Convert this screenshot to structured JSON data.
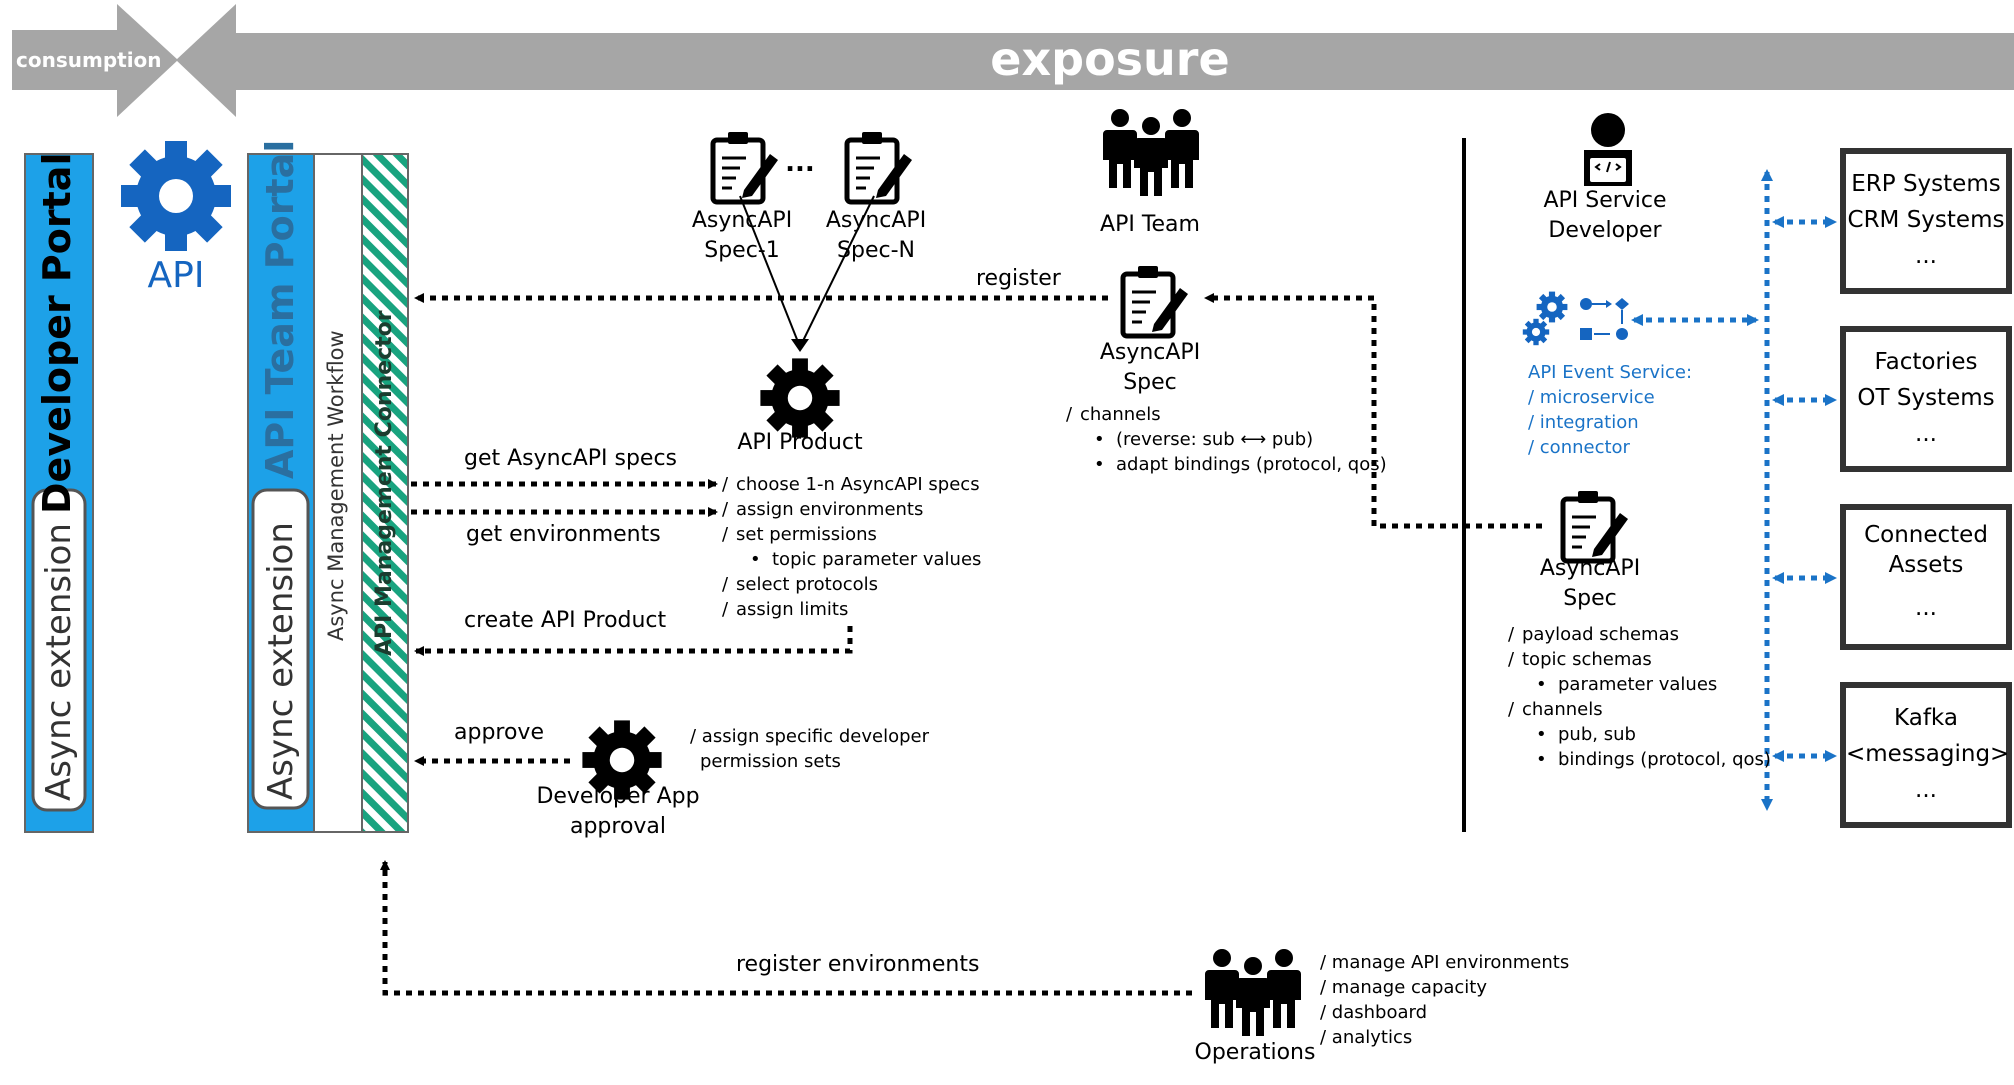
{
  "banner": {
    "consumption_label": "consumption",
    "exposure_label": "exposure",
    "arrow_color": "#a6a6a6"
  },
  "portals": {
    "developer_portal": "Developer Portal",
    "developer_async_ext": "Async extension",
    "api_label": "API",
    "api_team_portal": "API Team Portal",
    "team_async_ext": "Async extension",
    "workflow": "Async Management Workflow",
    "connector": "API Management Connector",
    "portal_color": "#1da1e8",
    "icon_blue": "#1565c0"
  },
  "specs": {
    "spec1_line1": "AsyncAPI",
    "spec1_line2": "Spec-1",
    "ellipsis": "...",
    "specN_line1": "AsyncAPI",
    "specN_line2": "Spec-N"
  },
  "api_team": {
    "label": "API Team"
  },
  "register": {
    "label": "register"
  },
  "center_spec": {
    "line1": "AsyncAPI",
    "line2": "Spec",
    "items": [
      {
        "prefix": "/",
        "text": "channels",
        "indent": 0
      },
      {
        "prefix": "•",
        "text": "(reverse: sub ⟷ pub)",
        "indent": 1
      },
      {
        "prefix": "•",
        "text": "adapt bindings (protocol, qos)",
        "indent": 1
      }
    ]
  },
  "api_product": {
    "label": "API Product",
    "items": [
      {
        "prefix": "/",
        "text": "choose 1-n AsyncAPI specs",
        "indent": 0
      },
      {
        "prefix": "/",
        "text": "assign environments",
        "indent": 0
      },
      {
        "prefix": "/",
        "text": "set permissions",
        "indent": 0
      },
      {
        "prefix": "•",
        "text": "topic parameter values",
        "indent": 1
      },
      {
        "prefix": "/",
        "text": "select protocols",
        "indent": 0
      },
      {
        "prefix": "/",
        "text": "assign limits",
        "indent": 0
      }
    ]
  },
  "flows": {
    "get_specs": "get AsyncAPI specs",
    "get_envs": "get environments",
    "create_product": "create API Product",
    "approve": "approve",
    "register_envs": "register environments"
  },
  "dev_app": {
    "line1": "Developer App",
    "line2": "approval",
    "items": [
      {
        "text": "/ assign specific developer"
      },
      {
        "text": "permission sets"
      }
    ]
  },
  "operations": {
    "label": "Operations",
    "items": [
      "/ manage API environments",
      "/ manage capacity",
      "/ dashboard",
      "/ analytics"
    ]
  },
  "service_dev": {
    "line1": "API Service",
    "line2": "Developer"
  },
  "event_service": {
    "title": "API Event Service:",
    "items": [
      "/ microservice",
      "/ integration",
      "/ connector"
    ]
  },
  "right_spec": {
    "line1": "AsyncAPI",
    "line2": "Spec",
    "items": [
      {
        "prefix": "/",
        "text": "payload schemas",
        "indent": 0
      },
      {
        "prefix": "/",
        "text": "topic schemas",
        "indent": 0
      },
      {
        "prefix": "•",
        "text": "parameter values",
        "indent": 1
      },
      {
        "prefix": "/",
        "text": "channels",
        "indent": 0
      },
      {
        "prefix": "•",
        "text": "pub, sub",
        "indent": 1
      },
      {
        "prefix": "•",
        "text": "bindings (protocol, qos)",
        "indent": 1
      }
    ]
  },
  "systems": [
    {
      "lines": [
        "ERP Systems",
        "CRM Systems",
        "..."
      ]
    },
    {
      "lines": [
        "Factories",
        "OT Systems",
        "..."
      ]
    },
    {
      "lines": [
        "Connected",
        "Assets",
        "..."
      ]
    },
    {
      "lines": [
        "Kafka",
        "<messaging>",
        "..."
      ]
    }
  ]
}
